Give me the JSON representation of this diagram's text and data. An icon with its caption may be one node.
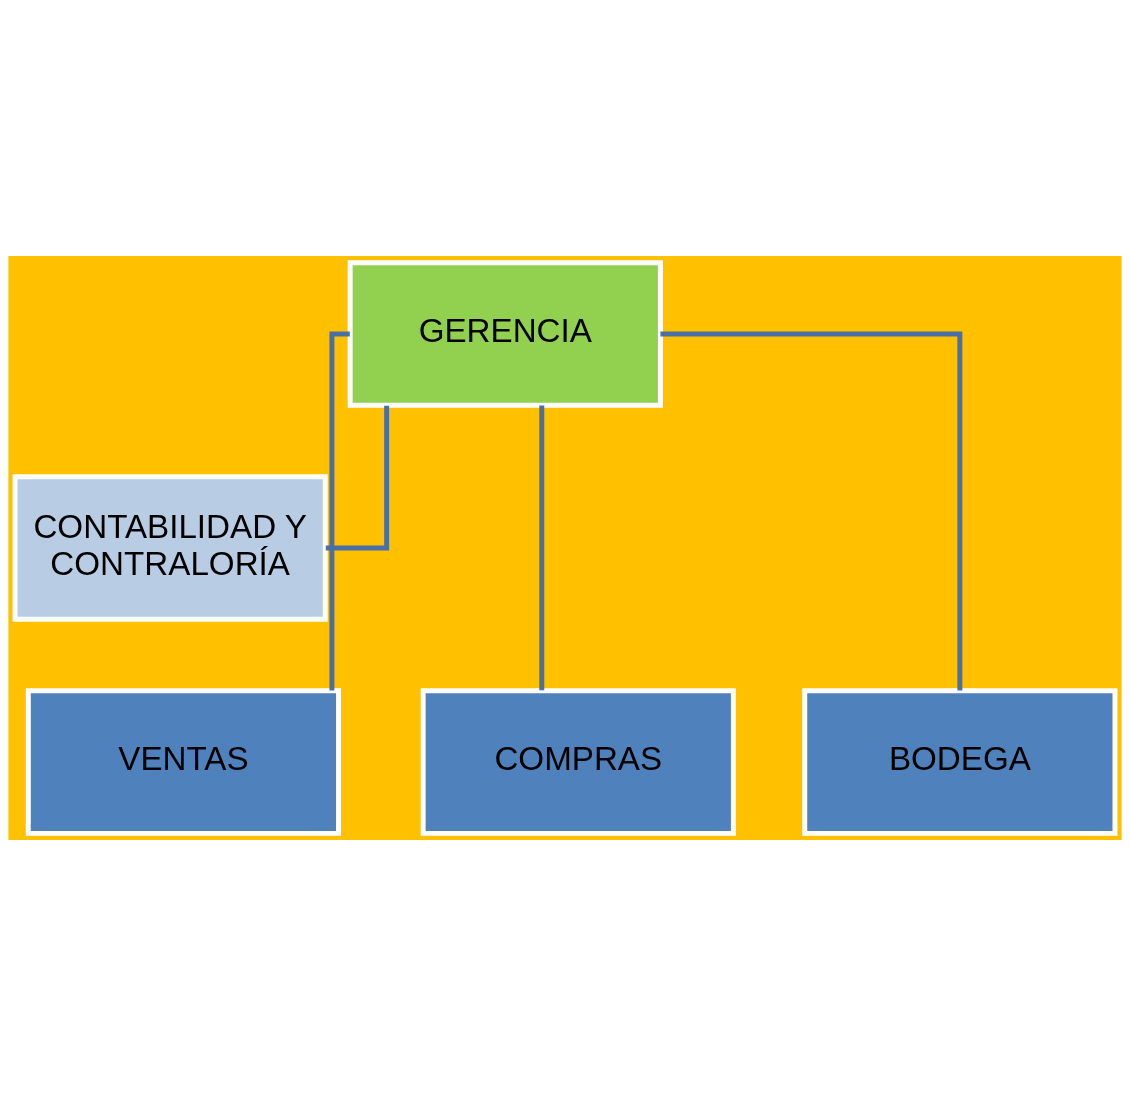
{
  "diagram": {
    "nodes": [
      {
        "text": [
          "GERENCIA"
        ]
      },
      {
        "text": [
          "CONTABILIDAD Y CONTRALORÍA"
        ]
      },
      {
        "text": [
          "COMPRAS"
        ]
      },
      {
        "text": [
          "VENTAS"
        ]
      },
      {
        "text": [
          "BODEGA"
        ]
      }
    ],
    "edges": [
      {
        "from": 0,
        "to": 1,
        "arrow": "none"
      },
      {
        "from": 0,
        "to": 2,
        "arrow": "none"
      },
      {
        "from": 0,
        "to": 3,
        "arrow": "none"
      },
      {
        "from": 0,
        "to": 4,
        "arrow": "none"
      }
    ]
  }
}
